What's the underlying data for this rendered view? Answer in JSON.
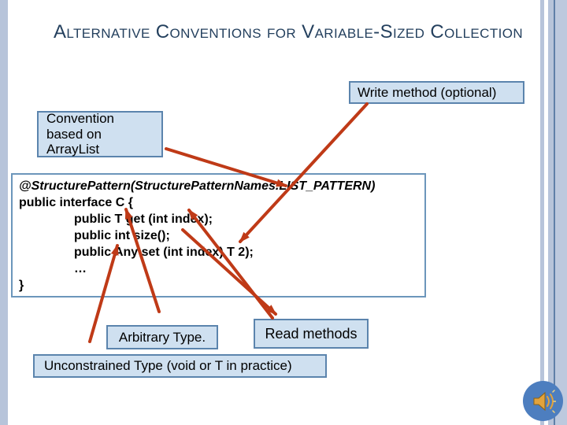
{
  "slide": {
    "title": "Alternative Conventions for Variable-Sized Collection"
  },
  "callouts": {
    "write_method": "Write method (optional)",
    "convention": "Convention based on ArrayList",
    "arbitrary_type": "Arbitrary Type.",
    "read_methods": "Read methods",
    "unconstrained_type": "Unconstrained Type (void or T in practice)"
  },
  "code": {
    "lines": [
      "@StructurePattern(StructurePatternNames.LIST_PATTERN)",
      "public interface C {",
      "public T get (int index);",
      "public int size();",
      "public Any set (int index) T 2);",
      "…",
      "}"
    ]
  },
  "icons": {
    "speaker": "speaker-icon"
  },
  "colors": {
    "title_text": "#24405e",
    "callout_fill": "#cfe0f0",
    "callout_border": "#5b84ad",
    "code_border": "#6c96bb",
    "arrow": "#bf3a17",
    "arrow_outline": "#7e2408",
    "edge_stripe": "#b7c4da",
    "edge_stripe_dark": "#5f7fa8",
    "audio_circle": "#4d7ebf",
    "speaker_gold": "#e2a33c"
  }
}
